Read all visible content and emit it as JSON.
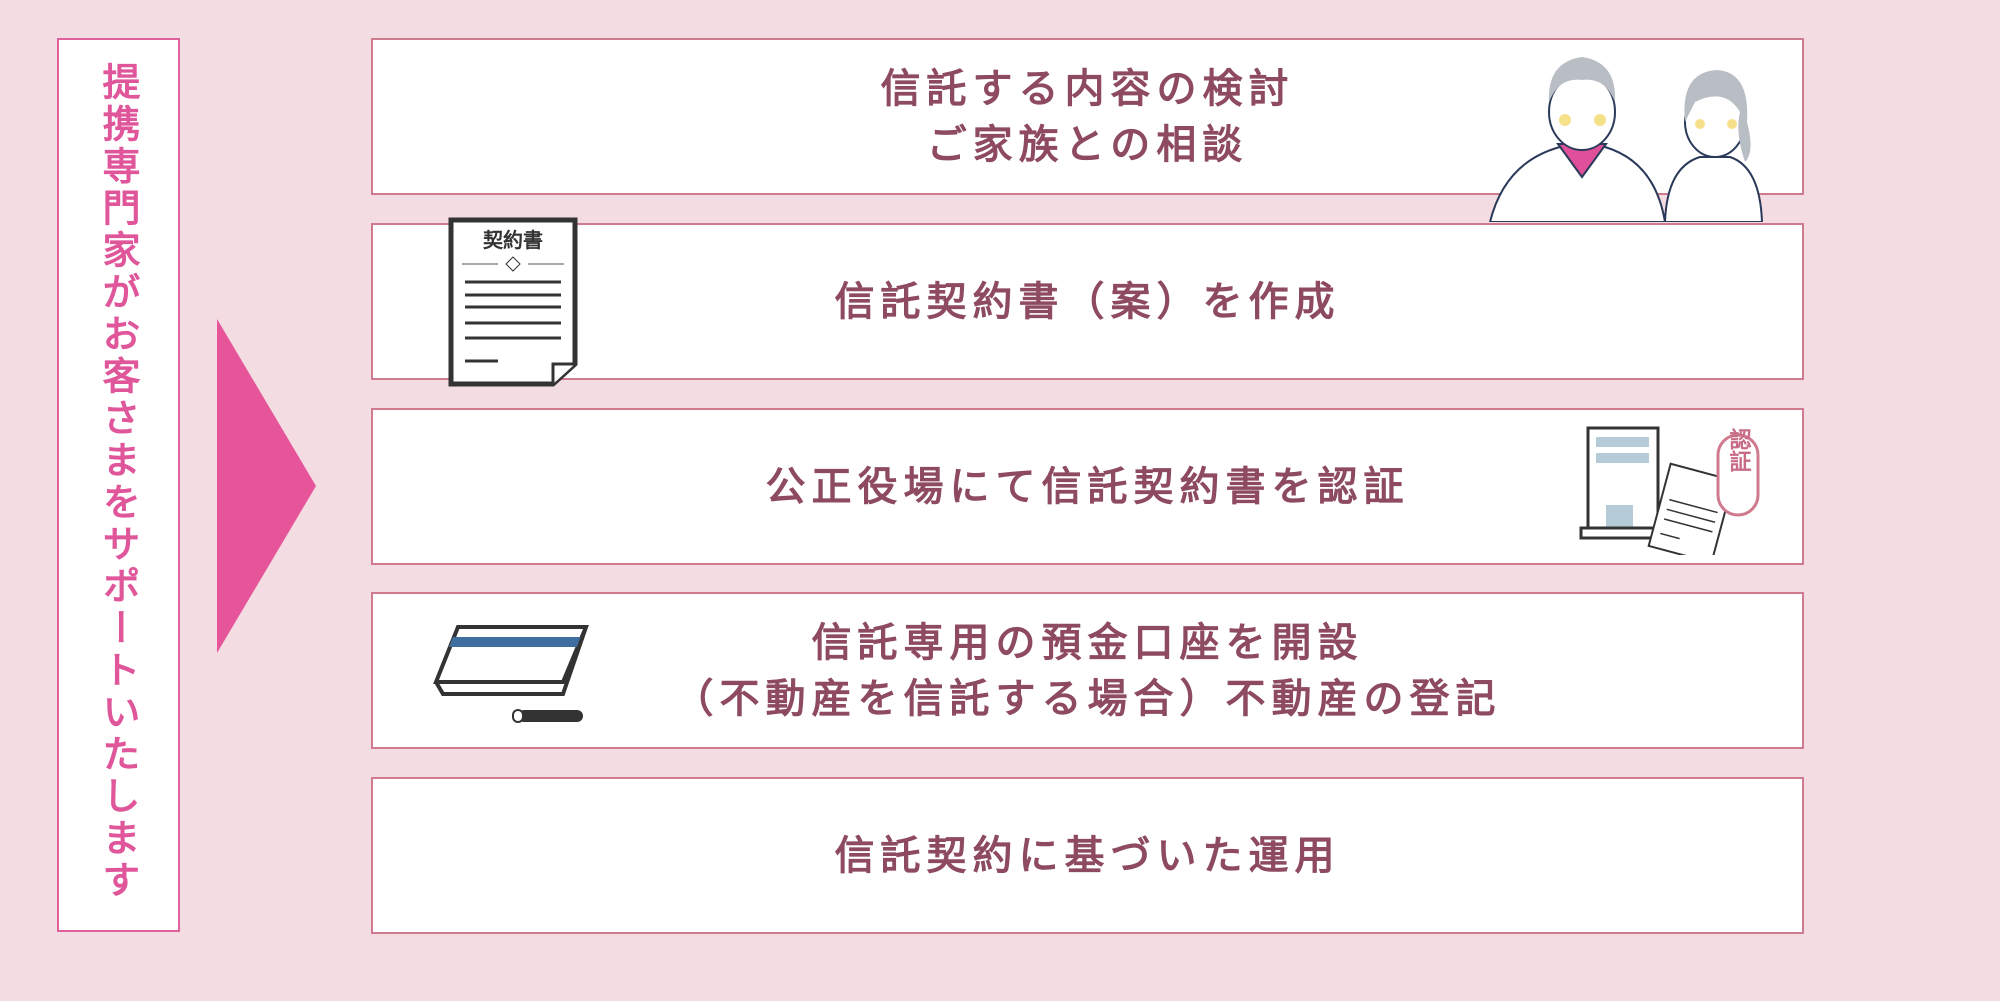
{
  "side_label": "提携専門家がお客さまをサポートいたします",
  "steps": [
    {
      "lines": [
        "信託する内容の検討",
        "ご家族との相談"
      ]
    },
    {
      "lines": [
        "信託契約書（案）を作成"
      ]
    },
    {
      "lines": [
        "公正役場にて信託契約書を認証"
      ]
    },
    {
      "lines": [
        "信託専用の預金口座を開設",
        "（不動産を信託する場合）不動産の登記"
      ]
    },
    {
      "lines": [
        "信託契約に基づいた運用"
      ]
    }
  ],
  "illustrations": {
    "contract_title": "契約書",
    "stamp_text": "認証"
  },
  "colors": {
    "background": "#f4dde2",
    "accent": "#e6559a",
    "text": "#8d4a60",
    "border": "#d07a8e"
  }
}
